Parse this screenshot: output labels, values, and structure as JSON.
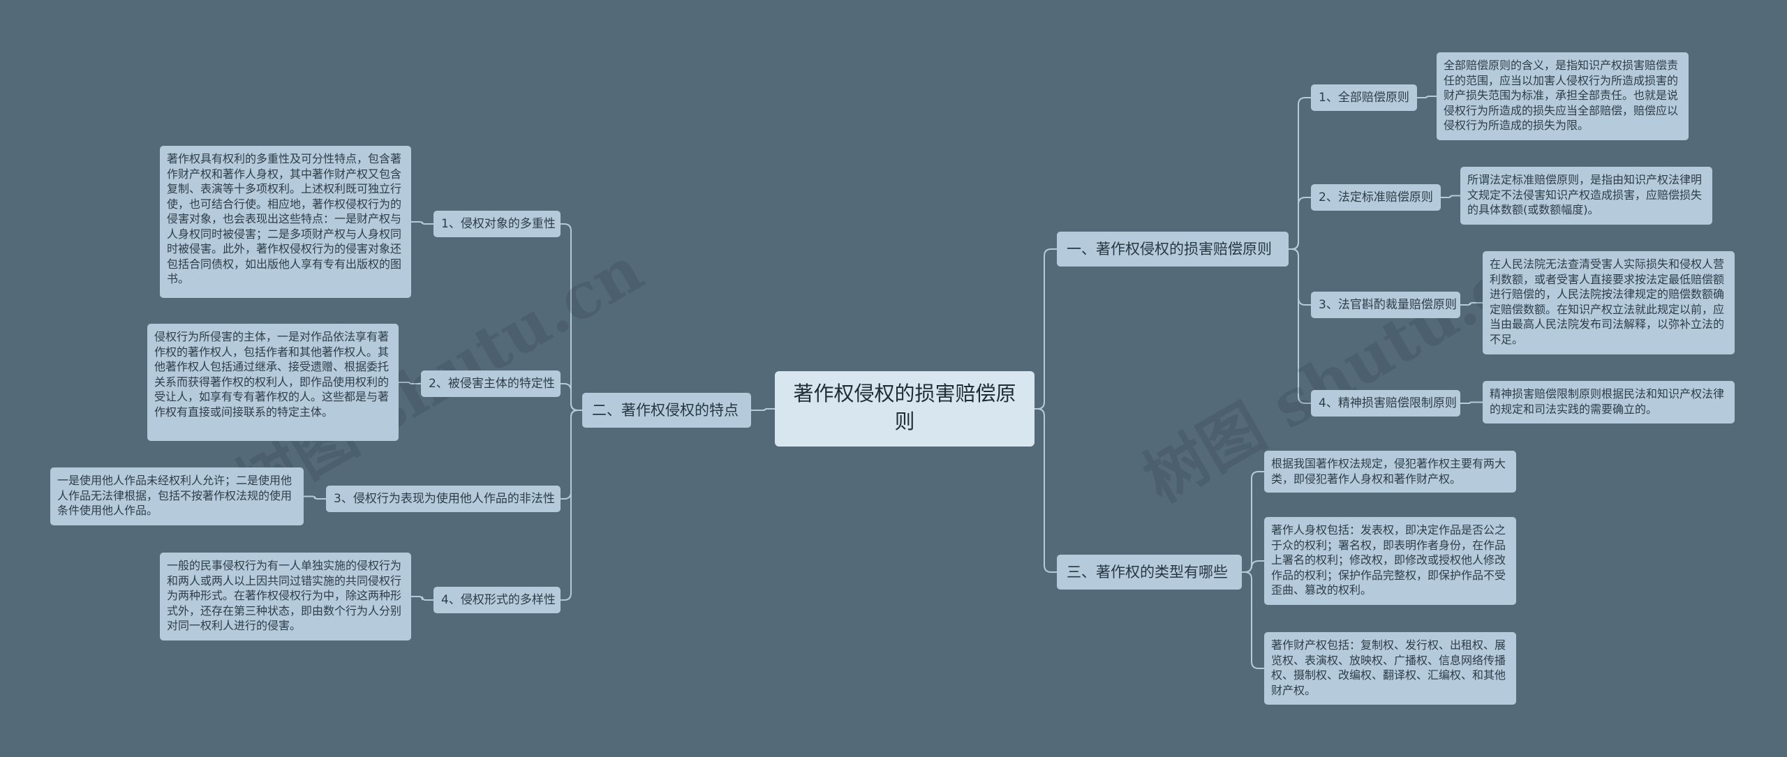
{
  "root": "著作权侵权的损害赔偿原则",
  "left": {
    "title": "二、著作权侵权的特点",
    "items": [
      {
        "label": "1、侵权对象的多重性",
        "text": "著作权具有权利的多重性及可分性特点，包含著作财产权和著作人身权，其中著作财产权又包含复制、表演等十多项权利。上述权利既可独立行使，也可结合行使。相应地，著作权侵权行为的侵害对象，也会表现出这些特点：一是财产权与人身权同时被侵害；二是多项财产权与人身权同时被侵害。此外，著作权侵权行为的侵害对象还包括合同债权，如出版他人享有专有出版权的图书。"
      },
      {
        "label": "2、被侵害主体的特定性",
        "text": "侵权行为所侵害的主体，一是对作品依法享有著作权的著作权人，包括作者和其他著作权人。其他著作权人包括通过继承、接受遗赠、根据委托关系而获得著作权的权利人，即作品使用权利的受让人，如享有专有著作权的人。这些都是与著作权有直接或间接联系的特定主体。"
      },
      {
        "label": "3、侵权行为表现为使用他人作品的非法性",
        "text": "一是使用他人作品未经权利人允许；二是使用他人作品无法律根据，包括不按著作权法规的使用条件使用他人作品。"
      },
      {
        "label": "4、侵权形式的多样性",
        "text": "一般的民事侵权行为有一人单独实施的侵权行为和两人或两人以上因共同过错实施的共同侵权行为两种形式。在著作权侵权行为中，除这两种形式外，还存在第三种状态，即由数个行为人分别对同一权利人进行的侵害。"
      }
    ]
  },
  "right1": {
    "title": "一、著作权侵权的损害赔偿原则",
    "items": [
      {
        "label": "1、全部赔偿原则",
        "text": "全部赔偿原则的含义，是指知识产权损害赔偿责任的范围，应当以加害人侵权行为所造成损害的财产损失范围为标准，承担全部责任。也就是说侵权行为所造成的损失应当全部赔偿，赔偿应以侵权行为所造成的损失为限。"
      },
      {
        "label": "2、法定标准赔偿原则",
        "text": "所谓法定标准赔偿原则，是指由知识产权法律明文规定不法侵害知识产权造成损害，应赔偿损失的具体数额(或数额幅度)。"
      },
      {
        "label": "3、法官斟酌裁量赔偿原则",
        "text": "在人民法院无法查清受害人实际损失和侵权人营利数额，或者受害人直接要求按法定最低赔偿额进行赔偿的，人民法院按法律规定的赔偿数额确定赔偿数额。在知识产权立法就此规定以前，应当由最高人民法院发布司法解释，以弥补立法的不足。"
      },
      {
        "label": "4、精神损害赔偿限制原则",
        "text": "精神损害赔偿限制原则根据民法和知识产权法律的规定和司法实践的需要确立的。"
      }
    ]
  },
  "right2": {
    "title": "三、著作权的类型有哪些",
    "items": [
      {
        "text": "根据我国著作权法规定，侵犯著作权主要有两大类，即侵犯著作人身权和著作财产权。"
      },
      {
        "text": "著作人身权包括：发表权，即决定作品是否公之于众的权利；署名权，即表明作者身份，在作品上署名的权利；修改权，即修改或授权他人修改作品的权利；保护作品完整权，即保护作品不受歪曲、篡改的权利。"
      },
      {
        "text": "著作财产权包括：复制权、发行权、出租权、展览权、表演权、放映权、广播权、信息网络传播权、摄制权、改编权、翻译权、汇编权、和其他财产权。"
      }
    ]
  },
  "watermark": {
    "text_left": "树图 shutu.cn",
    "text_right": "树图 shutu.cn"
  },
  "colors": {
    "background": "#546a79",
    "node": "#b5cbdc",
    "root": "#d8e6f0",
    "line": "#b5cbdc"
  }
}
